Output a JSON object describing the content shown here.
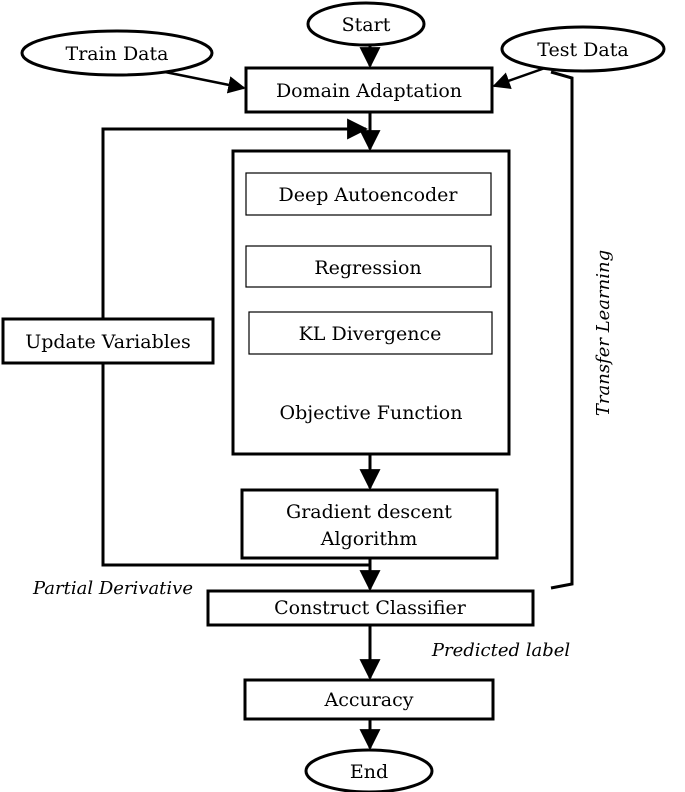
{
  "nodes": {
    "start": "Start",
    "train_data": "Train Data",
    "test_data": "Test Data",
    "domain_adaptation": "Domain Adaptation",
    "deep_autoencoder": "Deep Autoencoder",
    "regression": "Regression",
    "kl_divergence": "KL Divergence",
    "objective_function": "Objective Function",
    "update_variables": "Update Variables",
    "gradient_line1": "Gradient descent",
    "gradient_line2": "Algorithm",
    "construct_classifier": "Construct Classifier",
    "accuracy": "Accuracy",
    "end": "End"
  },
  "labels": {
    "transfer_learning": "Transfer Learning",
    "partial_derivative": "Partial Derivative",
    "predicted_label": "Predicted label"
  }
}
